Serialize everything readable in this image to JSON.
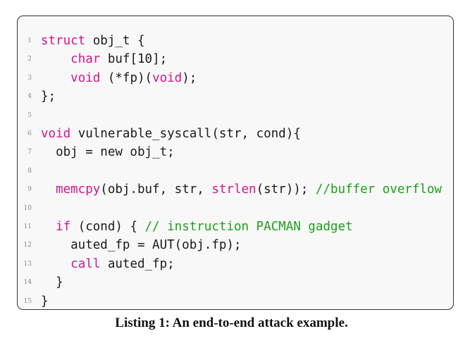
{
  "listing": {
    "line_numbers": [
      "1",
      "2",
      "3",
      "4",
      "5",
      "6",
      "7",
      "8",
      "9",
      "10",
      "11",
      "12",
      "13",
      "14",
      "15"
    ],
    "l1": {
      "kw": "struct",
      "rest": " obj_t {"
    },
    "l2": {
      "indent": "    ",
      "kw": "char",
      "rest": " buf[10];"
    },
    "l3": {
      "indent": "    ",
      "kw": "void",
      "rest": " (*fp)(",
      "kw2": "void",
      "rest2": ");"
    },
    "l4": {
      "text": "};"
    },
    "l6": {
      "kw": "void",
      "rest": " vulnerable_syscall(str, cond){"
    },
    "l7": {
      "text": "  obj = new obj_t;"
    },
    "l9": {
      "indent": "  ",
      "kw": "memcpy",
      "rest": "(obj.buf, str, ",
      "kw2": "strlen",
      "rest2": "(str)); ",
      "comment": "//buffer overflow"
    },
    "l11": {
      "indent": "  ",
      "kw": "if",
      "rest": " (cond) { ",
      "comment": "// instruction PACMAN gadget"
    },
    "l12": {
      "text": "    auted_fp = AUT(obj.fp);"
    },
    "l13": {
      "indent": "    ",
      "kw": "call",
      "rest": " auted_fp;"
    },
    "l14": {
      "text": "  }"
    },
    "l15": {
      "text": "}"
    }
  },
  "caption": "Listing 1: An end-to-end attack example.",
  "colors": {
    "keyword": "#d4148a",
    "comment": "#1aa01a",
    "text": "#1a1a1a"
  }
}
